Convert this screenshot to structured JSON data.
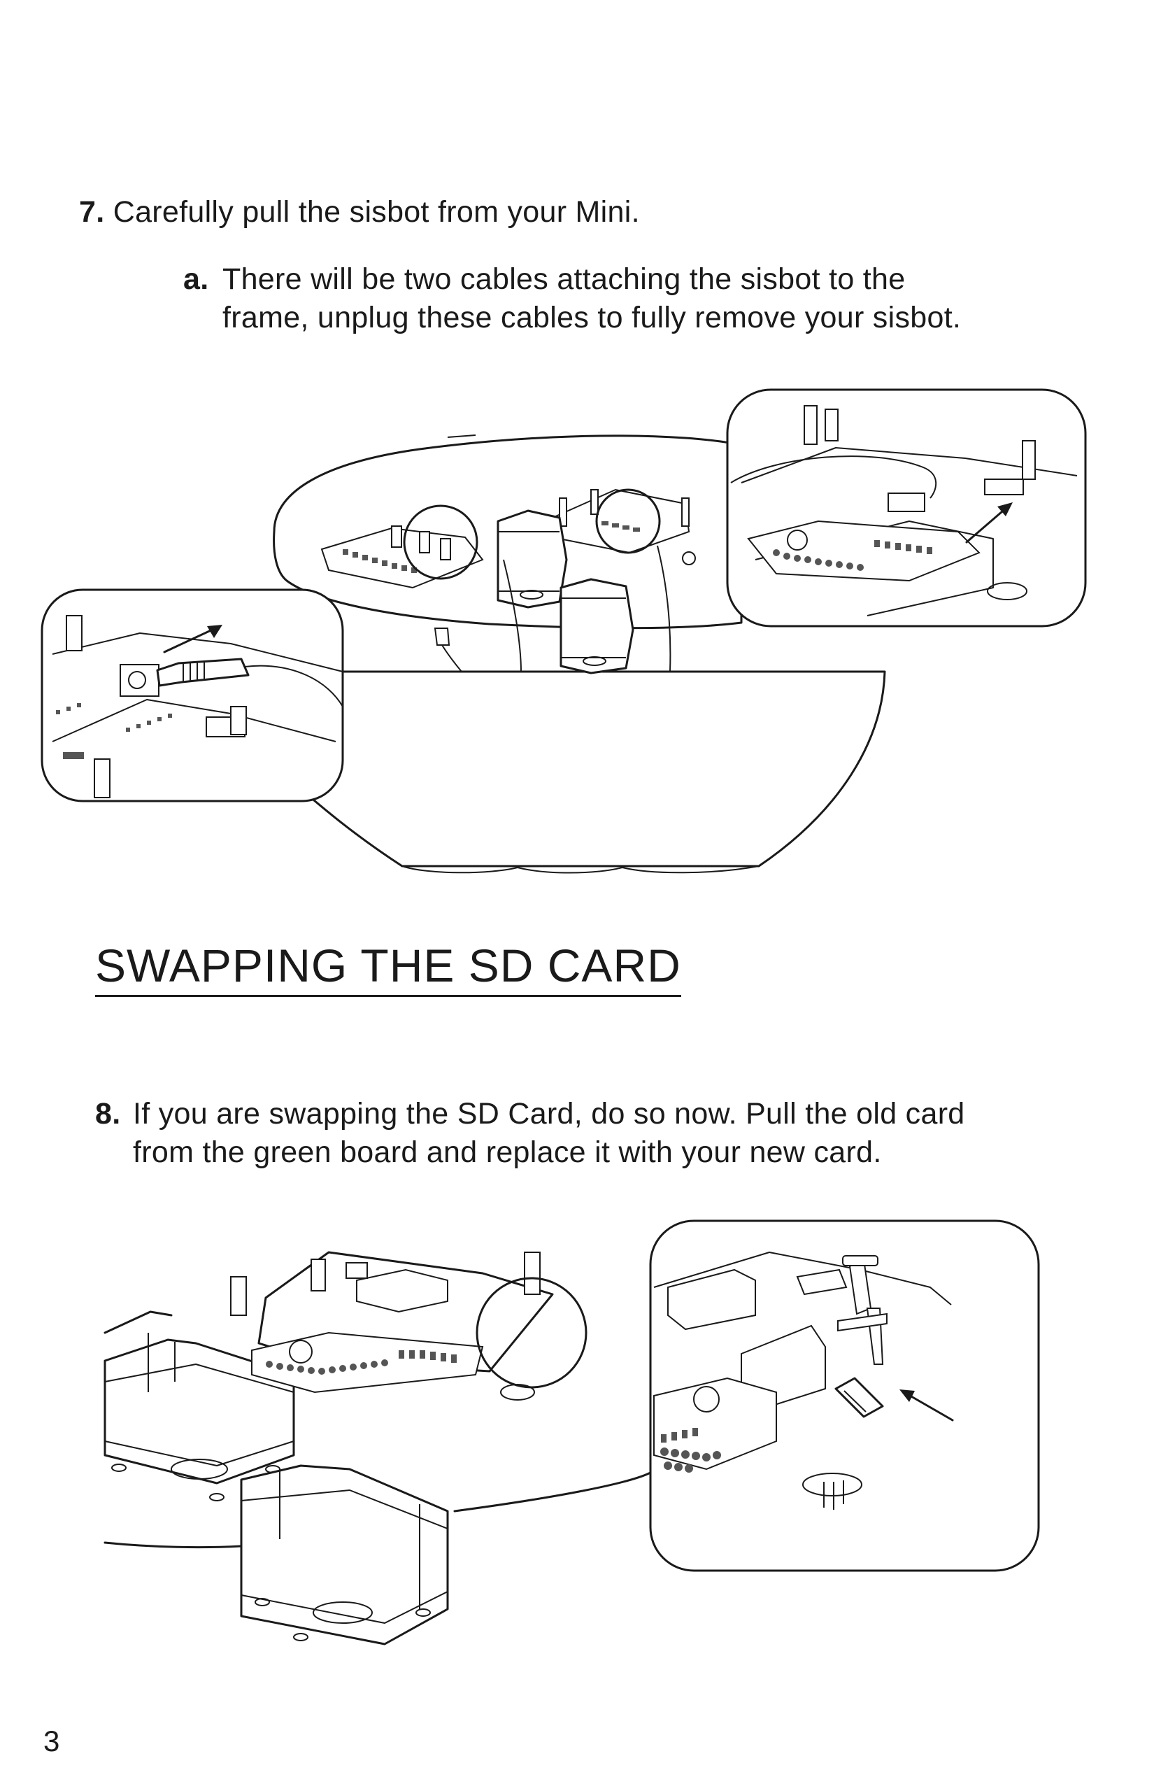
{
  "steps": [
    {
      "number": "7.",
      "text": "Carefully pull the sisbot from your Mini."
    },
    {
      "number": "a.",
      "text": "There will be two cables attaching the sisbot to the frame, unplug these cables to fully remove your sisbot."
    },
    {
      "number": "8.",
      "text": "If you are swapping the SD Card, do so now. Pull the old card from the green board and replace it with your new card."
    }
  ],
  "section_title": "SWAPPING THE SD CARD",
  "page_number": "3",
  "figures": [
    {
      "name": "sisbot-removal-illustration",
      "icons": [
        "cable-plug-icon",
        "arrow-icon",
        "circuit-board-icon",
        "stepper-motor-icon"
      ]
    },
    {
      "name": "sd-card-swap-illustration",
      "icons": [
        "sd-card-icon",
        "arrow-icon",
        "circuit-board-icon",
        "stepper-motor-icon"
      ]
    }
  ]
}
